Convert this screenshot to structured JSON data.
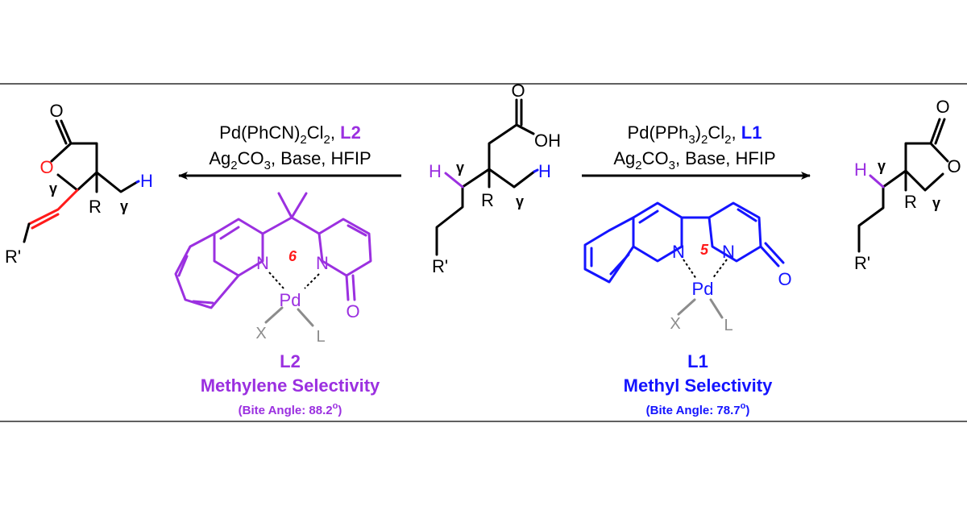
{
  "colors": {
    "black": "#000000",
    "purple": "#9b30e0",
    "blue": "#1414ff",
    "red": "#ff1a1a",
    "gray": "#8c8c8c"
  },
  "left_arrow": {
    "line1_prefix": "Pd(PhCN)",
    "line1_sub": "2",
    "line1_mid": "Cl",
    "line1_sub2": "2",
    "line1_sep": ", ",
    "line1_ligand": "L2",
    "line2_a": "Ag",
    "line2_sub": "2",
    "line2_b": "CO",
    "line2_sub2": "3",
    "line2_c": ", Base, HFIP"
  },
  "right_arrow": {
    "line1_prefix": "Pd(PPh",
    "line1_sub": "3",
    "line1_mid": ")",
    "line1_sub2": "2",
    "line1_mid2": "Cl",
    "line1_sub3": "2",
    "line1_sep": ", ",
    "line1_ligand": "L1",
    "line2_a": "Ag",
    "line2_sub": "2",
    "line2_b": "CO",
    "line2_sub2": "3",
    "line2_c": ", Base, HFIP"
  },
  "substrate": {
    "o": "O",
    "oh": "OH",
    "h_left": "H",
    "h_right": "H",
    "gamma_left": "γ",
    "gamma_right": "γ",
    "r": "R",
    "r_prime": "R'"
  },
  "product_left": {
    "o_carbonyl": "O",
    "o_ring": "O",
    "h": "H",
    "gamma_ring": "γ",
    "gamma_methyl": "γ",
    "r": "R",
    "r_prime": "R'"
  },
  "product_right": {
    "o_carbonyl": "O",
    "o_ring": "O",
    "h": "H",
    "gamma_left": "γ",
    "gamma_ring": "γ",
    "r": "R",
    "r_prime": "R'"
  },
  "ligand_l2": {
    "n_left": "N",
    "n_right": "N",
    "pd": "Pd",
    "x": "X",
    "l": "L",
    "o": "O",
    "ring_size": "6",
    "name": "L2",
    "selectivity": "Methylene Selectivity",
    "bite_prefix": "(Bite Angle: 88.2",
    "bite_deg": "o",
    "bite_suffix": ")"
  },
  "ligand_l1": {
    "n_left": "N",
    "n_right": "N",
    "pd": "Pd",
    "x": "X",
    "l": "L",
    "o": "O",
    "ring_size": "5",
    "name": "L1",
    "selectivity": "Methyl Selectivity",
    "bite_prefix": "(Bite Angle: 78.7",
    "bite_deg": "o",
    "bite_suffix": ")"
  }
}
